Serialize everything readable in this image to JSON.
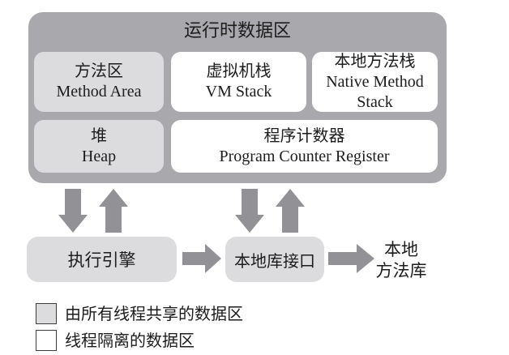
{
  "colors": {
    "container": "#a9a9ad",
    "shared_box": "#dcdcdf",
    "isolated_box": "#ffffff",
    "arrow_fill": "#919196",
    "text": "#1c1c1c"
  },
  "runtime_area": {
    "title": "运行时数据区",
    "boxes": [
      {
        "zh": "方法区",
        "en": "Method Area",
        "type": "shared"
      },
      {
        "zh": "虚拟机栈",
        "en": "VM Stack",
        "type": "isolated"
      },
      {
        "zh": "本地方法栈",
        "en": "Native Method Stack",
        "type": "isolated"
      },
      {
        "zh": "堆",
        "en": "Heap",
        "type": "shared"
      },
      {
        "zh": "程序计数器",
        "en": "Program Counter Register",
        "type": "isolated"
      }
    ]
  },
  "flow": {
    "execution_engine": "执行引擎",
    "native_interface": "本地库接口",
    "native_library_line1": "本地",
    "native_library_line2": "方法库"
  },
  "legend": {
    "shared": "由所有线程共享的数据区",
    "isolated": "线程隔离的数据区"
  }
}
